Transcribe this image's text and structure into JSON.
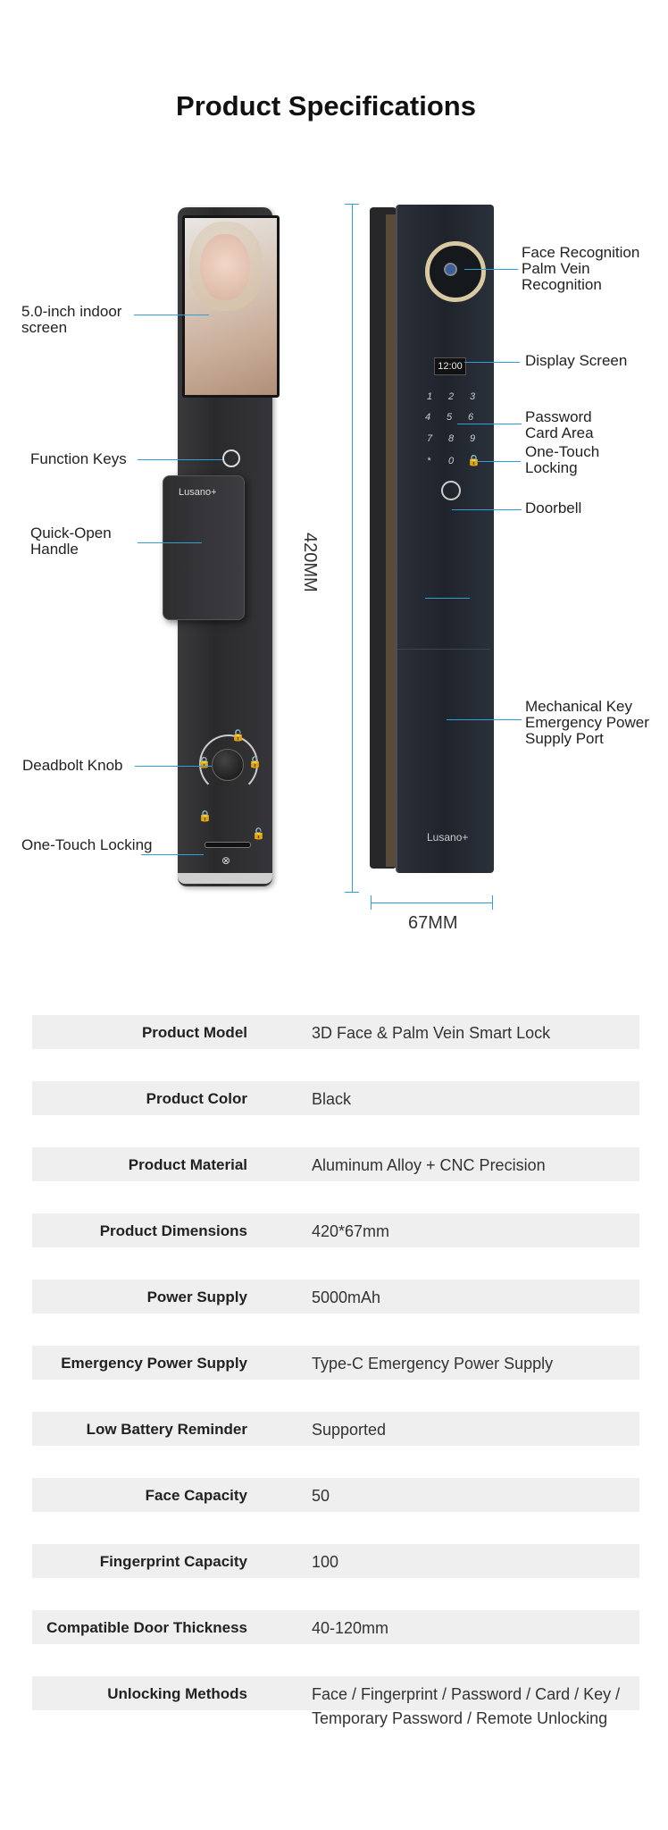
{
  "page_title": "Product Specifications",
  "callouts": {
    "indoor_screen": "5.0-inch indoor\nscreen",
    "function_keys": "Function Keys",
    "quick_open_handle": "Quick-Open\nHandle",
    "deadbolt_knob": "Deadbolt Knob",
    "one_touch_locking_front": "One-Touch Locking",
    "face_palm": "Face Recognition\nPalm Vein\nRecognition",
    "display_screen": "Display Screen",
    "password_card": "Password\nCard Area",
    "one_touch_locking_side": "One-Touch\nLocking",
    "doorbell": "Doorbell",
    "mechanical_key": "Mechanical Key\nEmergency Power\nSupply Port"
  },
  "dimensions": {
    "height": "420MM",
    "width": "67MM"
  },
  "device": {
    "brand": "Lusano+",
    "display_time": "12:00",
    "keypad": [
      "1",
      "2",
      "3",
      "4",
      "5",
      "6",
      "7",
      "8",
      "9",
      "*",
      "0"
    ]
  },
  "specs": [
    {
      "label": "Product Model",
      "value": "3D Face & Palm Vein Smart Lock"
    },
    {
      "label": "Product Color",
      "value": "Black"
    },
    {
      "label": "Product Material",
      "value": "Aluminum Alloy + CNC Precision"
    },
    {
      "label": "Product Dimensions",
      "value": "420*67mm"
    },
    {
      "label": "Power Supply",
      "value": "5000mAh"
    },
    {
      "label": "Emergency Power Supply",
      "value": "Type-C Emergency Power Supply"
    },
    {
      "label": "Low Battery Reminder",
      "value": "Supported"
    },
    {
      "label": "Face Capacity",
      "value": "50"
    },
    {
      "label": "Fingerprint Capacity",
      "value": "100"
    },
    {
      "label": "Compatible Door Thickness",
      "value": "40-120mm"
    },
    {
      "label": "Unlocking Methods",
      "value": "Face / Fingerprint / Password / Card / Key /\nTemporary Password / Remote Unlocking"
    }
  ],
  "colors": {
    "accent_line": "#2f9fd8",
    "row_background": "#efefef"
  }
}
